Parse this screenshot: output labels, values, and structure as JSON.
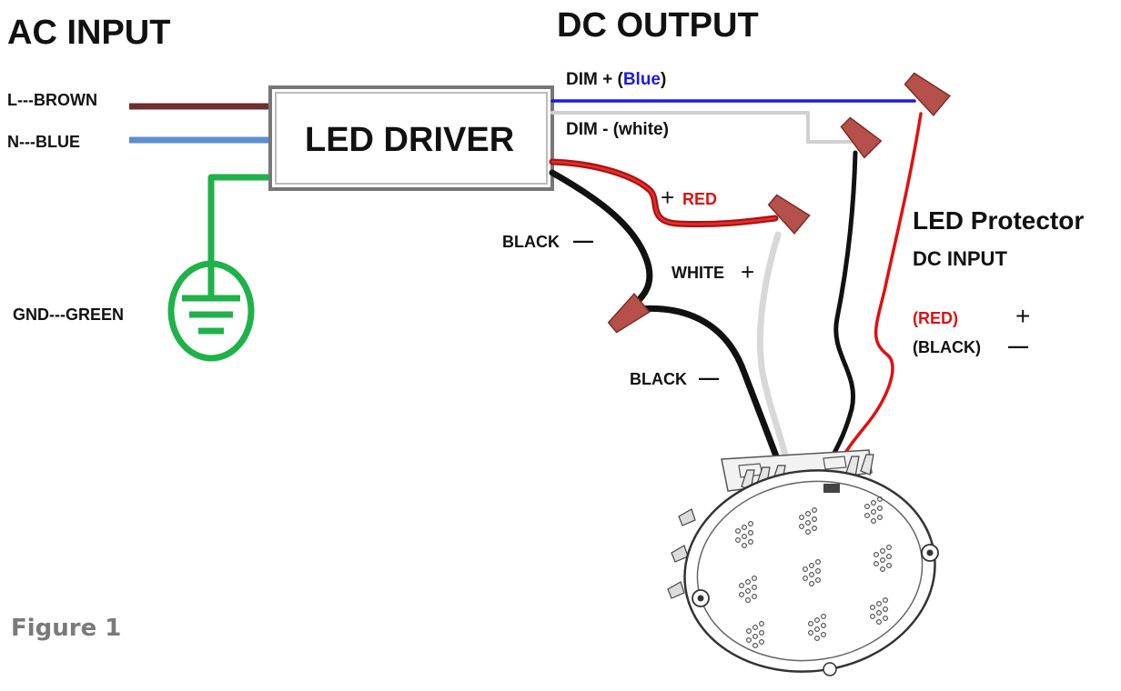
{
  "headings": {
    "ac_input": "AC INPUT",
    "dc_output": "DC OUTPUT"
  },
  "ac_wires": {
    "live": "L---BROWN",
    "neutral": "N---BLUE",
    "ground": "GND---GREEN"
  },
  "driver": {
    "label": "LED DRIVER"
  },
  "dc_wires": {
    "dim_plus_prefix": "DIM  + (",
    "dim_plus_color": "Blue",
    "dim_plus_suffix": ")",
    "dim_minus": "DIM  - (white)",
    "red_plus_sign": "+",
    "red_plus_text": "RED",
    "black_top": "BLACK",
    "white_plus": "WHITE",
    "black_bottom": "BLACK",
    "minus_sign": "—",
    "plus_sign": "+"
  },
  "protector": {
    "title": "LED Protector",
    "subtitle": "DC INPUT",
    "red_label": "(RED)",
    "black_label": "(BLACK)",
    "plus_sign": "+",
    "minus_sign": "—"
  },
  "caption": "Figure 1",
  "colors": {
    "brown": "#6e2f2f",
    "blue_ac": "#5b8fd0",
    "green": "#1fb24a",
    "dim_blue": "#1a1ae6",
    "dim_white": "#d9d9d9",
    "red": "#d21414",
    "black": "#111111",
    "connector": "#b5504a",
    "red_text": "#e01010"
  }
}
